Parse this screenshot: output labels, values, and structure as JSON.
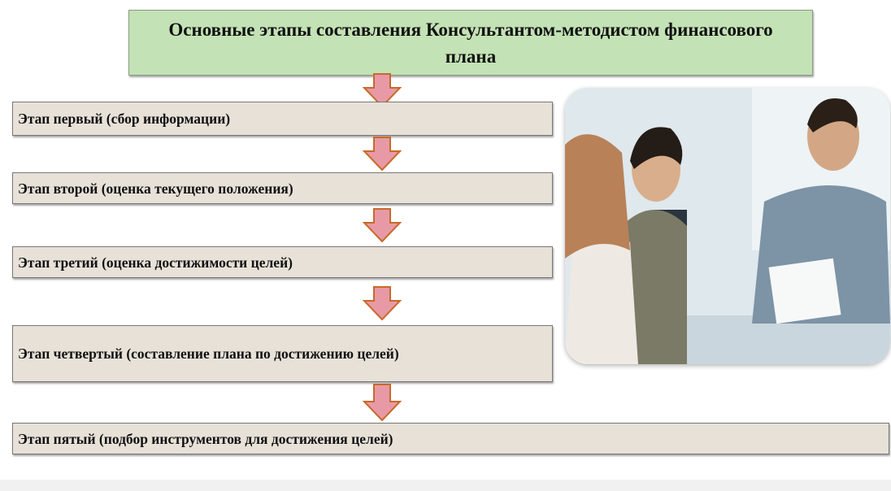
{
  "title": "Основные этапы составления Консультантом-методистом финансового плана",
  "steps": [
    {
      "label": "Этап первый (сбор информации)"
    },
    {
      "label": "Этап второй (оценка текущего положения)"
    },
    {
      "label": "Этап третий (оценка достижимости целей)"
    },
    {
      "label": "Этап четвертый (составление плана по достижению целей)"
    },
    {
      "label": "Этап пятый (подбор инструментов для достижения целей)"
    }
  ],
  "colors": {
    "title_bg": "#c3e2b5",
    "step_bg": "#e7e1d8",
    "arrow_fill": "#e79aa6",
    "arrow_stroke": "#c8692a"
  }
}
